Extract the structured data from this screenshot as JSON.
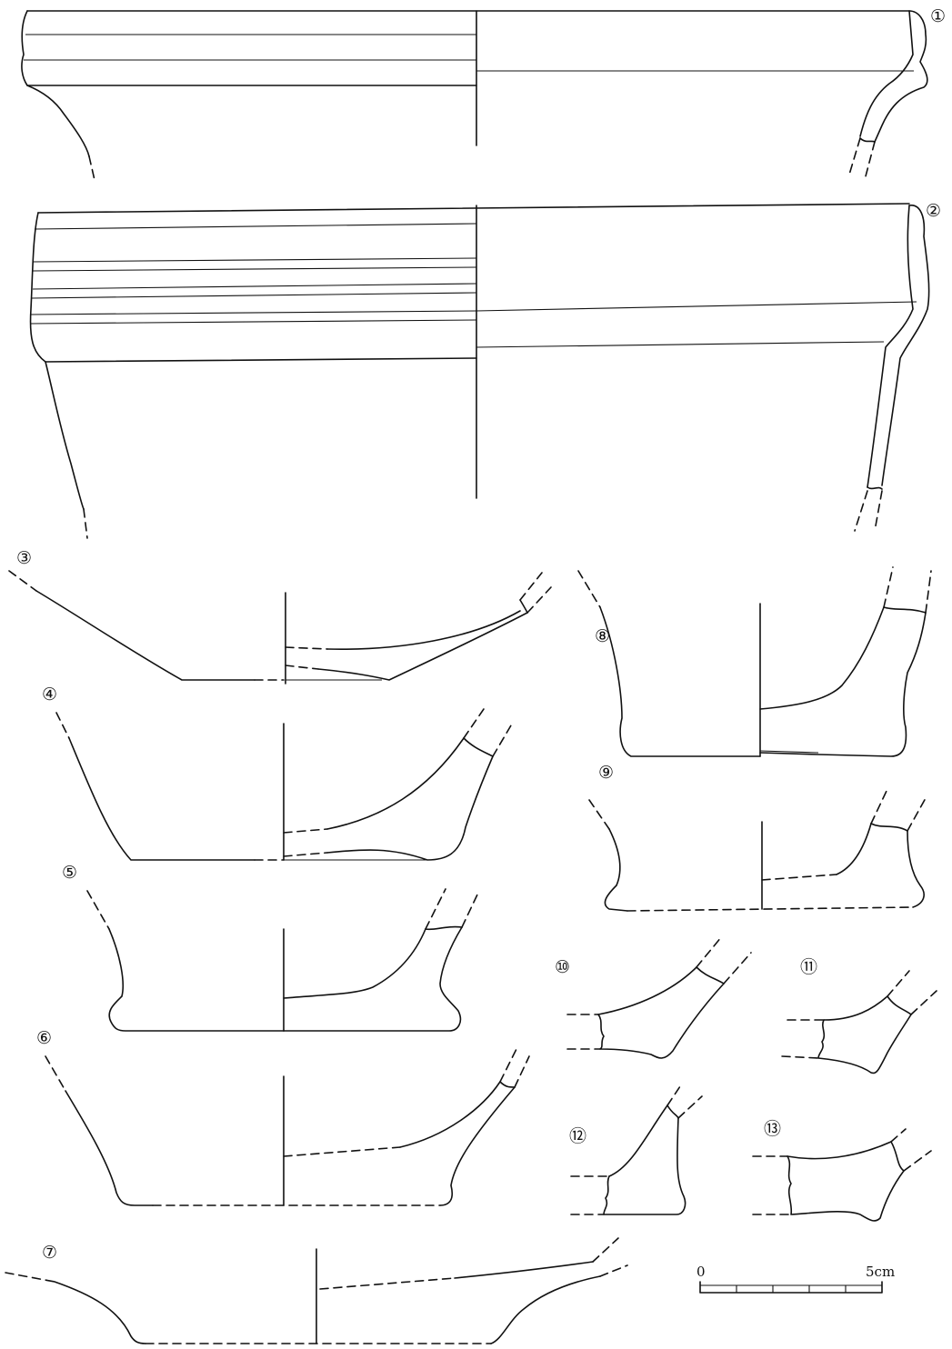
{
  "figures": [
    {
      "id": 1,
      "label": "①"
    },
    {
      "id": 2,
      "label": "②"
    },
    {
      "id": 3,
      "label": "③"
    },
    {
      "id": 4,
      "label": "④"
    },
    {
      "id": 5,
      "label": "⑤"
    },
    {
      "id": 6,
      "label": "⑥"
    },
    {
      "id": 7,
      "label": "⑦"
    },
    {
      "id": 8,
      "label": "⑧"
    },
    {
      "id": 9,
      "label": "⑨"
    },
    {
      "id": 10,
      "label": "⑩"
    },
    {
      "id": 11,
      "label": "⑪"
    },
    {
      "id": 12,
      "label": "⑫"
    },
    {
      "id": 13,
      "label": "⑬"
    }
  ],
  "scale": {
    "start_label": "0",
    "end_label": "5cm",
    "divisions": 5
  }
}
